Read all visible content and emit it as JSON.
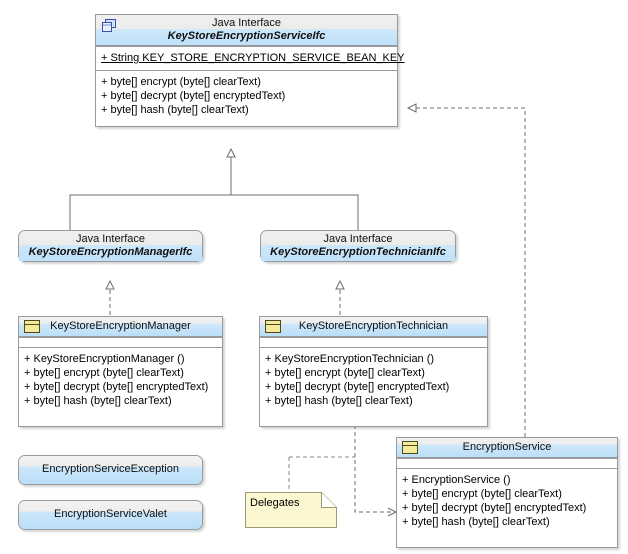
{
  "diagram": {
    "title": "Java class diagram: KeyStoreEncryptionService",
    "background": "#ffffff",
    "colors": {
      "title_grey": "#ececec",
      "title_blue": "#bfe1fb",
      "border": "#9a9a9a",
      "line": "#707070",
      "note_fill": "#fbf7d0",
      "class_icon_fill": "#f5ea9a",
      "interface_icon_fill": "#cfe4f7"
    }
  },
  "nodes": {
    "service_ifc": {
      "icon": "interface-icon",
      "stereotype": "Java Interface",
      "name": "KeyStoreEncryptionServiceIfc",
      "attributes": [
        {
          "text": "+ String KEY_STORE_ENCRYPTION_SERVICE_BEAN_KEY",
          "static": true
        }
      ],
      "operations": [
        "+ byte[] encrypt (byte[] clearText)",
        "+ byte[] decrypt (byte[] encryptedText)",
        "+ byte[] hash (byte[] clearText)"
      ]
    },
    "manager_ifc": {
      "stereotype": "Java Interface",
      "name": "KeyStoreEncryptionManagerIfc"
    },
    "technician_ifc": {
      "stereotype": "Java Interface",
      "name": "KeyStoreEncryptionTechnicianIfc"
    },
    "manager": {
      "icon": "class-icon",
      "name": "KeyStoreEncryptionManager",
      "attributes": [],
      "operations": [
        "+  KeyStoreEncryptionManager ()",
        "+ byte[] encrypt (byte[] clearText)",
        "+ byte[] decrypt (byte[] encryptedText)",
        "+ byte[] hash (byte[] clearText)"
      ]
    },
    "technician": {
      "icon": "class-icon",
      "name": "KeyStoreEncryptionTechnician",
      "attributes": [],
      "operations": [
        "+  KeyStoreEncryptionTechnician ()",
        "+ byte[] encrypt (byte[] clearText)",
        "+ byte[] decrypt (byte[] encryptedText)",
        "+ byte[] hash (byte[] clearText)"
      ]
    },
    "encryption_service": {
      "icon": "class-icon",
      "name": "EncryptionService",
      "attributes": [],
      "operations": [
        "+ EncryptionService ()",
        "+ byte[] encrypt (byte[] clearText)",
        "+ byte[] decrypt (byte[] encryptedText)",
        "+ byte[] hash (byte[] clearText)"
      ]
    },
    "exception": {
      "name": "EncryptionServiceException"
    },
    "valet": {
      "name": "EncryptionServiceValet"
    },
    "note": {
      "text": "Delegates"
    }
  },
  "relationships": [
    {
      "type": "generalization",
      "style": "solid",
      "from": "KeyStoreEncryptionManagerIfc",
      "to": "KeyStoreEncryptionServiceIfc"
    },
    {
      "type": "generalization",
      "style": "solid",
      "from": "KeyStoreEncryptionTechnicianIfc",
      "to": "KeyStoreEncryptionServiceIfc"
    },
    {
      "type": "realization",
      "style": "dashed",
      "from": "KeyStoreEncryptionManager",
      "to": "KeyStoreEncryptionManagerIfc"
    },
    {
      "type": "realization",
      "style": "dashed",
      "from": "KeyStoreEncryptionTechnician",
      "to": "KeyStoreEncryptionTechnicianIfc"
    },
    {
      "type": "dependency",
      "style": "dashed",
      "from": "EncryptionService",
      "to": "KeyStoreEncryptionServiceIfc"
    },
    {
      "type": "dependency",
      "style": "dashed",
      "from": "KeyStoreEncryptionTechnician",
      "to": "EncryptionService",
      "note": "Delegates"
    }
  ]
}
